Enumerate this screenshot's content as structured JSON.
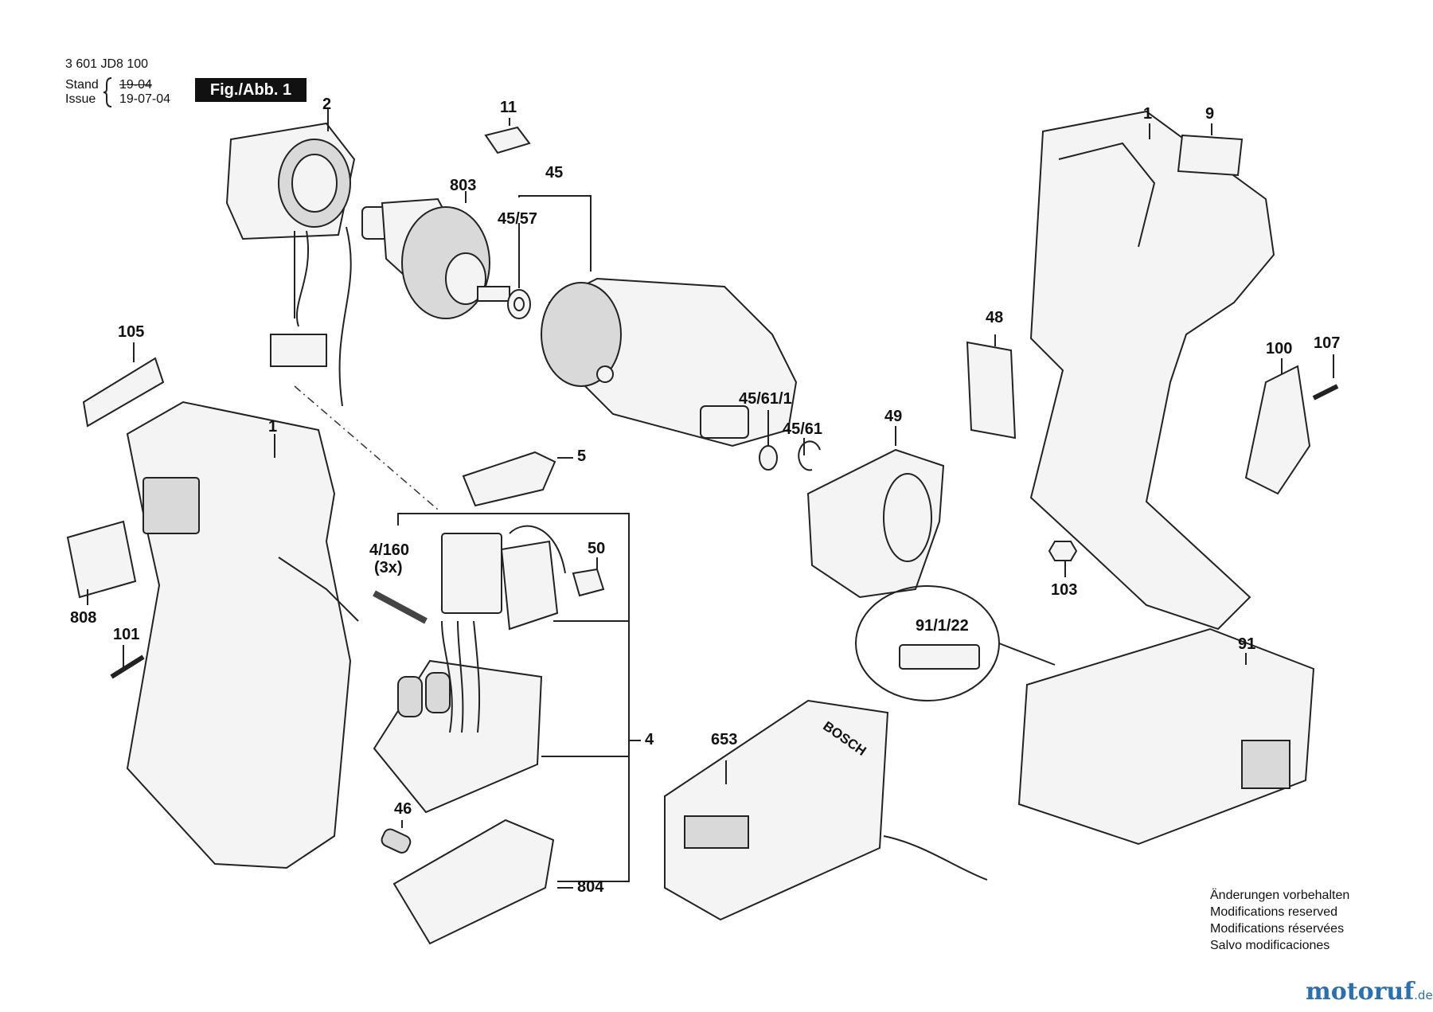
{
  "header": {
    "part_number": "3 601 JD8 100",
    "stand_label": "Stand",
    "issue_label": "Issue",
    "stand_value": "19-04",
    "issue_value": "19-07-04",
    "figure_label": "Fig./Abb. 1"
  },
  "callouts": {
    "c2": "2",
    "c11": "11",
    "c803": "803",
    "c45": "45",
    "c45_57": "45/57",
    "c1_right": "1",
    "c9": "9",
    "c105": "105",
    "c1_left": "1",
    "c5": "5",
    "c48": "48",
    "c100": "100",
    "c107": "107",
    "c45_61_1": "45/61/1",
    "c45_61": "45/61",
    "c49": "49",
    "c4_160": "4/160",
    "c3x": "(3x)",
    "c50": "50",
    "c808": "808",
    "c101": "101",
    "c103": "103",
    "c91_1_22": "91/1/22",
    "c91": "91",
    "c4": "4",
    "c653": "653",
    "c46": "46",
    "c804": "804"
  },
  "notes": [
    "Änderungen vorbehalten",
    "Modifications reserved",
    "Modifications réservées",
    "Salvo modificaciones"
  ],
  "charger_brand": "BOSCH",
  "watermark": {
    "brand": "motoruf",
    "tld": ".de"
  },
  "colors": {
    "line": "#222222",
    "fill": "#f4f4f4",
    "watermark": "#2a6fb0"
  }
}
